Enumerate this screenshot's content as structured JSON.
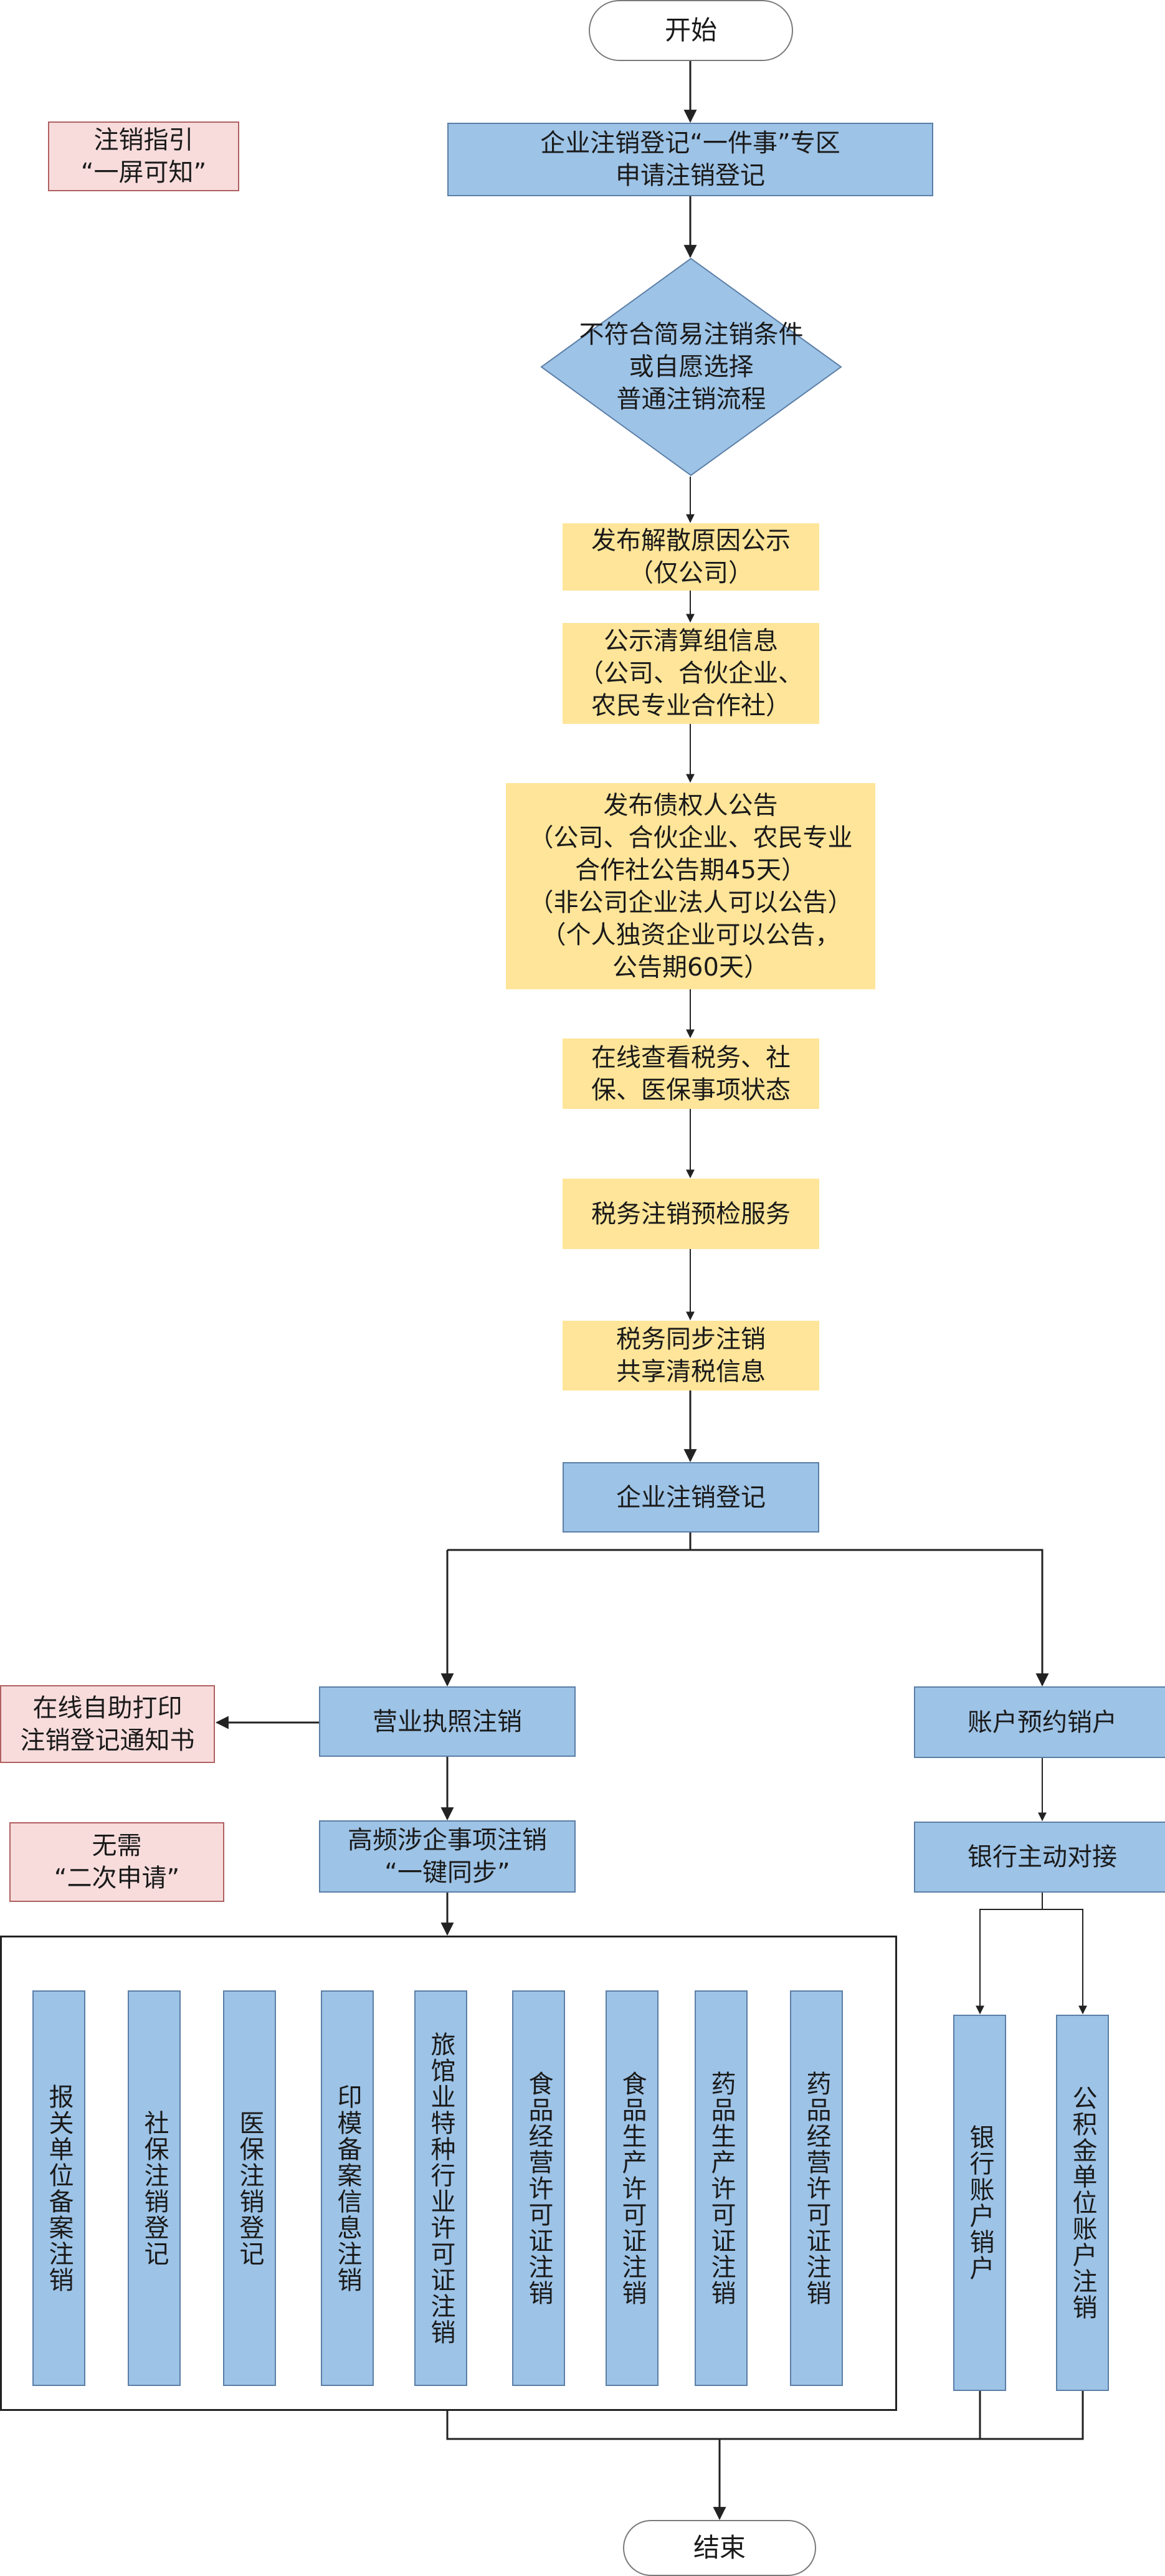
{
  "start": "开始",
  "end": "结束",
  "notes": {
    "guide": "注销指引\n“一屏可知”",
    "print": "在线自助打印\n注销登记通知书",
    "no_reapply": "无需\n“二次申请”"
  },
  "steps": {
    "apply": "企业注销登记“一件事”专区\n申请注销登记",
    "decision": "不符合简易注销条件\n或自愿选择\n普通注销流程",
    "dissolve": "发布解散原因公示\n（仅公司）",
    "liquidation": "公示清算组信息\n（公司、合伙企业、\n农民专业合作社）",
    "creditor": "发布债权人公告\n（公司、合伙企业、农民专业\n合作社公告期45天）\n（非公司企业法人可以公告）\n（个人独资企业可以公告，\n公告期60天）",
    "status": "在线查看税务、社\n保、医保事项状态",
    "tax_precheck": "税务注销预检服务",
    "tax_sync": "税务同步注销\n共享清税信息",
    "registration": "企业注销登记",
    "license": "营业执照注销",
    "high_freq": "高频涉企事项注销\n“一键同步”",
    "account": "账户预约销户",
    "bank_dock": "银行主动对接"
  },
  "sync_items": [
    "报关单位备案注销",
    "社保注销登记",
    "医保注销登记",
    "印模备案信息注销",
    "旅馆业特种行业许可证注销",
    "食品经营许可证注销",
    "食品生产许可证注销",
    "药品生产许可证注销",
    "药品经营许可证注销"
  ],
  "bank_items": [
    "银行账户销户",
    "公积金单位账户注销"
  ],
  "colors": {
    "blue_fill": "#9dc3e6",
    "blue_border": "#5b7ea6",
    "yellow_fill": "#ffe599",
    "pink_fill": "#f8dcdc",
    "pink_border": "#b06060"
  }
}
